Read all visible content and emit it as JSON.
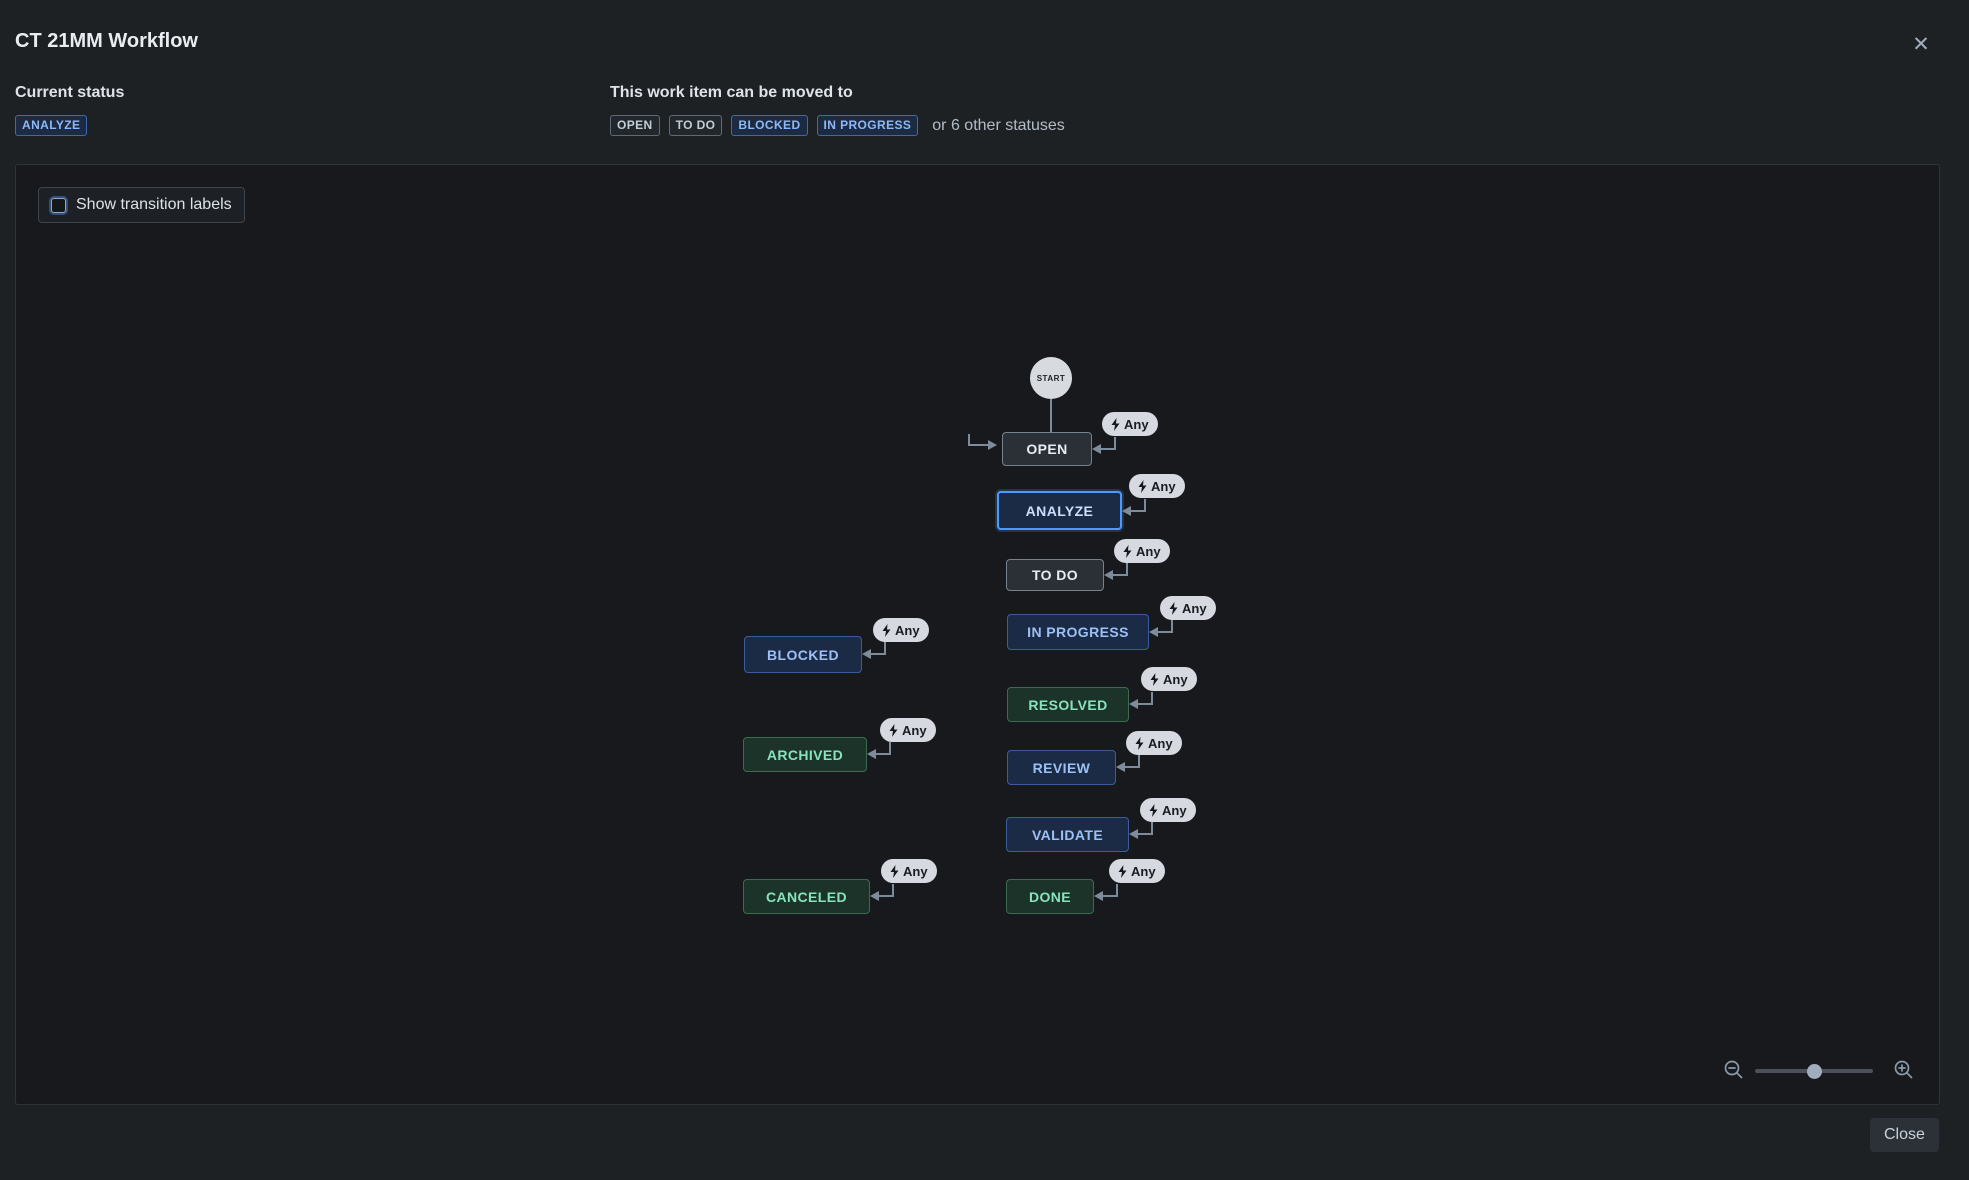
{
  "header": {
    "title": "CT 21MM Workflow",
    "close_icon": "✕"
  },
  "status_panel": {
    "current_status_label": "Current status",
    "current_status": {
      "label": "ANALYZE",
      "category": "blue"
    },
    "moved_to_label": "This work item can be moved to",
    "moved_to_statuses": [
      {
        "label": "OPEN",
        "category": "gray"
      },
      {
        "label": "TO DO",
        "category": "gray"
      },
      {
        "label": "BLOCKED",
        "category": "blue"
      },
      {
        "label": "IN PROGRESS",
        "category": "blue"
      }
    ],
    "more_statuses_text": "or 6 other statuses"
  },
  "canvas": {
    "show_transition_labels": {
      "label": "Show transition labels",
      "checked": false
    },
    "zoom": {
      "zoom_out_icon": "magnifier-minus",
      "zoom_in_icon": "magnifier-plus",
      "slider_percent": 45
    }
  },
  "diagram": {
    "start_label": "START",
    "transition_label": "Any",
    "nodes": [
      {
        "label": "OPEN",
        "category": "gray"
      },
      {
        "label": "ANALYZE",
        "category": "blue",
        "selected": true
      },
      {
        "label": "TO DO",
        "category": "gray"
      },
      {
        "label": "IN PROGRESS",
        "category": "blue"
      },
      {
        "label": "BLOCKED",
        "category": "blue"
      },
      {
        "label": "RESOLVED",
        "category": "green"
      },
      {
        "label": "ARCHIVED",
        "category": "green"
      },
      {
        "label": "REVIEW",
        "category": "blue"
      },
      {
        "label": "VALIDATE",
        "category": "blue"
      },
      {
        "label": "CANCELED",
        "category": "green"
      },
      {
        "label": "DONE",
        "category": "green"
      }
    ]
  },
  "footer": {
    "close_label": "Close"
  },
  "colors": {
    "accent_blue": "#4C9AFF",
    "node_blue_bg": "#1B2B45",
    "node_green_bg": "#1B3329",
    "node_gray_bg": "#2B3036",
    "pill_bg": "#D6DAE0",
    "arrow_gray": "#7E8B9A"
  }
}
